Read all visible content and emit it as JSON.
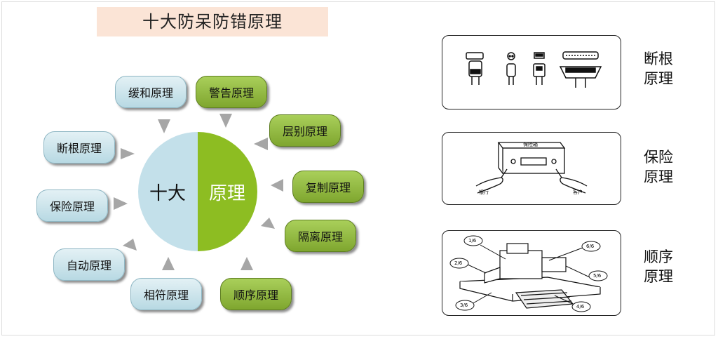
{
  "title": "十大防呆防错原理",
  "center": {
    "left": "十大",
    "right": "原理"
  },
  "principles": {
    "huanhe": "缓和原理",
    "jinggao": "警告原理",
    "cengbie": "层别原理",
    "fuzhi": "复制原理",
    "geli": "隔离原理",
    "shunxu": "顺序原理",
    "xiangfu": "相符原理",
    "zidong": "自动原理",
    "baoxian": "保险原理",
    "duangen": "断根原理"
  },
  "examples": {
    "duangen_label": "断根\n原理",
    "baoxian_label": "保险\n原理",
    "shunxu_label": "顺序\n原理",
    "safe_box_text": "保险箱",
    "bank_text": "银行",
    "customer_text": "客户",
    "steps": [
      "1/6",
      "2/6",
      "3/6",
      "4/6",
      "5/6",
      "6/6"
    ]
  },
  "colors": {
    "blue": "#c3e0ea",
    "green": "#8dbd22",
    "title_bg": "#fbe4d6",
    "arrow": "#a6a6a6"
  }
}
